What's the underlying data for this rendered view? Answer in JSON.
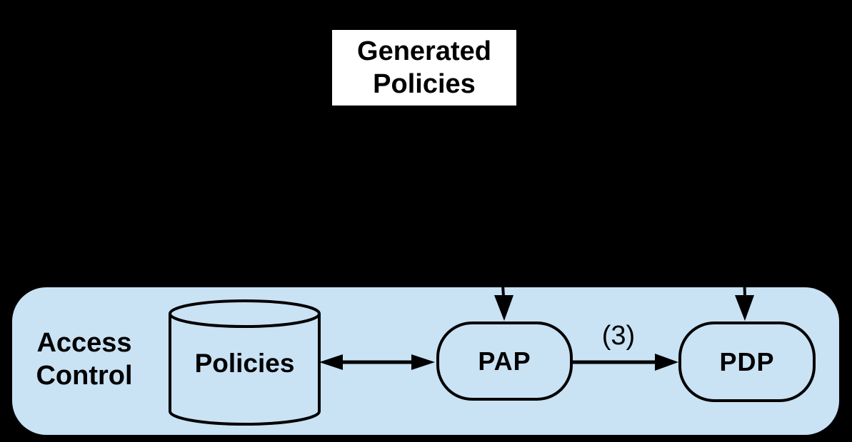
{
  "diagram": {
    "title_box": {
      "lines": [
        "Generated",
        "Policies"
      ]
    },
    "panel": {
      "label_lines": [
        "Access",
        "Control"
      ],
      "fill_color": "#c9e2f4"
    },
    "nodes": {
      "policies_store": {
        "label": "Policies",
        "shape": "database-cylinder"
      },
      "pap": {
        "label": "PAP",
        "shape": "stadium"
      },
      "pdp": {
        "label": "PDP",
        "shape": "stadium"
      }
    },
    "edges": {
      "policies_pap": {
        "type": "double-arrow",
        "label": ""
      },
      "pap_pdp": {
        "type": "arrow",
        "label": "(3)"
      },
      "into_pap": {
        "type": "arrow-down",
        "label": ""
      },
      "into_pdp": {
        "type": "arrow-down",
        "label": ""
      }
    },
    "colors": {
      "background": "#000000",
      "panel_fill": "#c9e2f4",
      "stroke": "#000000",
      "title_box_bg": "#ffffff"
    }
  }
}
